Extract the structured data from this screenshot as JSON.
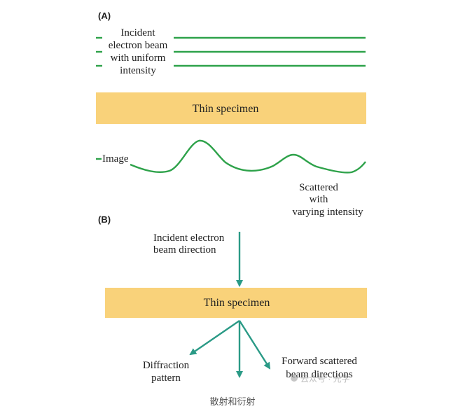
{
  "colors": {
    "line_green": "#2ea24a",
    "arrow_teal": "#2a9a86",
    "specimen_fill": "#f9d27a",
    "text": "#222222",
    "caption_text": "#555555"
  },
  "panel_a": {
    "label": "(A)",
    "incident_beam_label": [
      "Incident",
      "electron beam",
      "with uniform",
      "intensity"
    ],
    "specimen_label": "Thin specimen",
    "image_label": "Image",
    "scattered_label": [
      "Scattered",
      "with",
      "varying intensity"
    ]
  },
  "panel_b": {
    "label": "(B)",
    "incident_direction_label": [
      "Incident electron",
      "beam direction"
    ],
    "specimen_label": "Thin specimen",
    "diffraction_label": [
      "Diffraction",
      "pattern"
    ],
    "forward_scattered_label": [
      "Forward scattered",
      "beam directions"
    ]
  },
  "watermark": "云众号 · 光学",
  "caption": "散射和衍射"
}
